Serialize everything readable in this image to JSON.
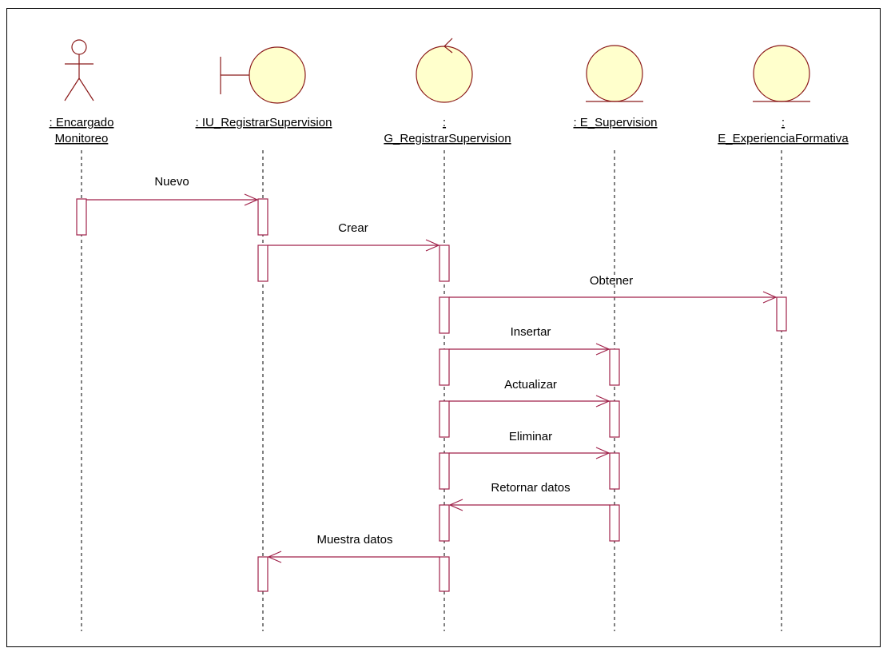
{
  "colors": {
    "object_fill": "#ffffcc",
    "object_stroke": "#8b1a1a",
    "message_stroke": "#a0224a",
    "lifeline_stroke": "#000000",
    "frame_stroke": "#000000",
    "text": "#000000"
  },
  "participants": [
    {
      "id": "encargado",
      "kind": "actor",
      "icon": "actor-stick-figure-icon",
      "label_lines": [
        ": Encargado",
        "Monitoreo"
      ]
    },
    {
      "id": "iu",
      "kind": "boundary",
      "icon": "boundary-icon",
      "label_lines": [
        ": IU_RegistrarSupervision"
      ]
    },
    {
      "id": "g",
      "kind": "control",
      "icon": "control-icon",
      "label_lines": [
        ":",
        "G_RegistrarSupervision"
      ]
    },
    {
      "id": "e_sup",
      "kind": "entity",
      "icon": "entity-icon",
      "label_lines": [
        ": E_Supervision"
      ]
    },
    {
      "id": "e_exp",
      "kind": "entity",
      "icon": "entity-icon",
      "label_lines": [
        ":",
        "E_ExperienciaFormativa"
      ]
    }
  ],
  "messages": [
    {
      "from": "encargado",
      "to": "iu",
      "label": "Nuevo"
    },
    {
      "from": "iu",
      "to": "g",
      "label": "Crear"
    },
    {
      "from": "g",
      "to": "e_exp",
      "label": "Obtener"
    },
    {
      "from": "g",
      "to": "e_sup",
      "label": "Insertar"
    },
    {
      "from": "g",
      "to": "e_sup",
      "label": "Actualizar"
    },
    {
      "from": "g",
      "to": "e_sup",
      "label": "Eliminar"
    },
    {
      "from": "e_sup",
      "to": "g",
      "label": "Retornar datos"
    },
    {
      "from": "g",
      "to": "iu",
      "label": "Muestra datos"
    }
  ]
}
